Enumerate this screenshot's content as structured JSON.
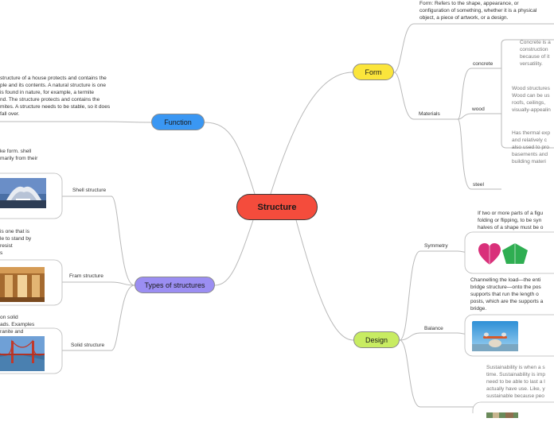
{
  "central": {
    "label": "Structure"
  },
  "branches": {
    "form": "Form",
    "design": "Design",
    "function": "Function",
    "types": "Types of structures"
  },
  "form": {
    "definition": "Form: Refers to the shape, appearance, or\nconfiguration of something, whether it is a physical\nobject, a piece of artwork, or a design.",
    "materials_label": "Materials",
    "concrete_label": "concrete",
    "concrete_text": "Concrete is a\nconstruction\nbecause of it\nversatility.",
    "wood_label": "wood",
    "wood_text": "Wood structures\nWood can be us\nroofs, ceilings,\nvisually-appealin",
    "steel_label": "steel",
    "steel_text": "Has thermal exp\nand relatively c\nalso used to pro\nbasements and\nbuilding materi"
  },
  "design": {
    "symmetry_label": "Symmetry",
    "symmetry_text": "If two or more parts of a figu\nfolding or flipping, to be syn\nhalves of a shape must be o",
    "balance_label": "Balance",
    "balance_text": "Channelling the load—the enti\nbridge structure—onto the pos\nsupports that run the length o\nposts, which are the supports a\nbridge.",
    "sustain_text": "Sustainability is when a s\ntime. Sustainability is imp\nneed to be able to last a l\nactually have use. Like, y\nsustainable because peo"
  },
  "function": {
    "text": "structure of a house protects and contains the\nple and its contents. A natural structure is one\nis found in nature, for example, a termite\nnd. The structure protects and contains the\nmites. A structure needs to be stable, so it does\nfall over."
  },
  "types": {
    "shell_label": "Shell structure",
    "shell_text": "ke form. shell\nmarily from their",
    "frame_label": "Fram structure",
    "frame_text": "is one that is\nle to stand by\nresist\ns",
    "solid_label": "Solid structure",
    "solid_text": "on solid\nads. Examples\nranite and"
  },
  "colors": {
    "central": "#f44c3c",
    "form": "#fbe53b",
    "design": "#c8ec62",
    "function": "#3a97f3",
    "types": "#9b8ef2",
    "connector": "#b9b9b9"
  }
}
